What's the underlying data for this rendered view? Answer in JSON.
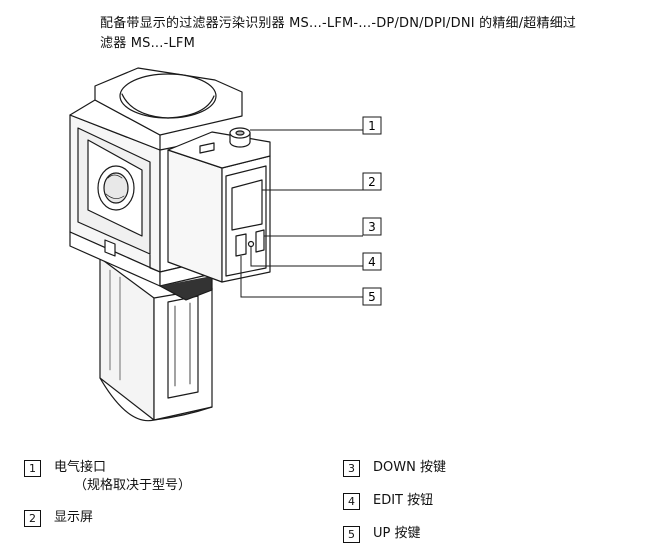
{
  "title_line1": "配备带显示的过滤器污染识别器 MS...-LFM-...-DP/DN/DPI/DNI 的精细/超精细过",
  "title_line2": "滤器 MS...-LFM",
  "callouts": [
    "1",
    "2",
    "3",
    "4",
    "5"
  ],
  "legend": [
    {
      "num": "1",
      "label": "电气接口",
      "sub": "（规格取决于型号）"
    },
    {
      "num": "2",
      "label": "显示屏"
    },
    {
      "num": "3",
      "label": "DOWN 按键"
    },
    {
      "num": "4",
      "label": "EDIT 按钮"
    },
    {
      "num": "5",
      "label": "UP 按键"
    }
  ]
}
